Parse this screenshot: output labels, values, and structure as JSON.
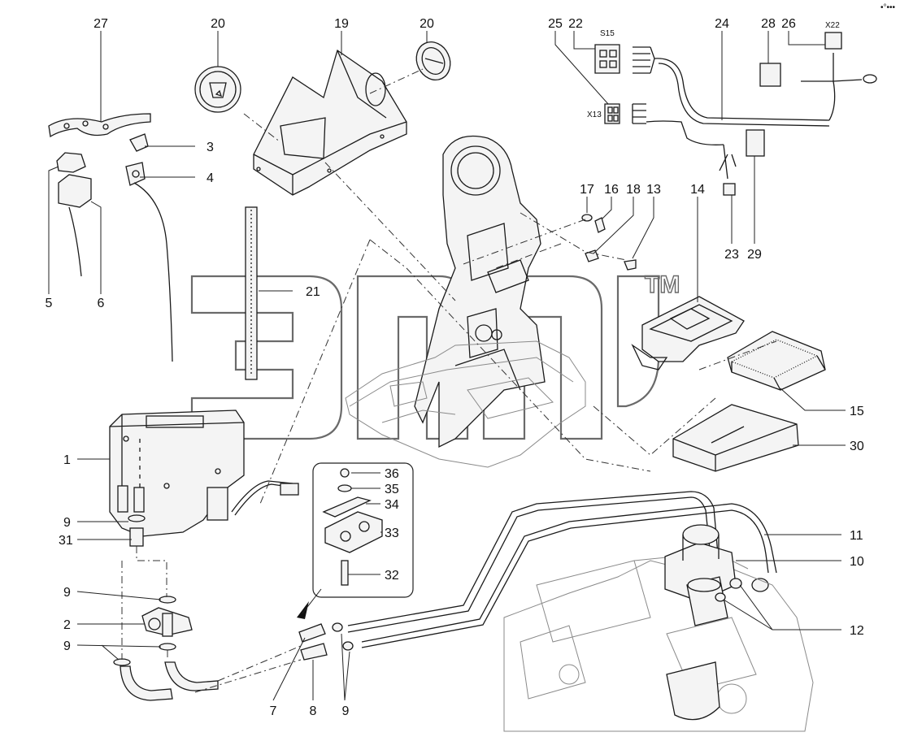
{
  "watermark": {
    "mark": "TM"
  },
  "corner_mark": "•°•••",
  "connectors": {
    "s15": "S15",
    "x13": "X13",
    "x22": "X22"
  },
  "callouts": {
    "c1": "1",
    "c2": "2",
    "c3": "3",
    "c4": "4",
    "c5": "5",
    "c6": "6",
    "c7": "7",
    "c8": "8",
    "c9a": "9",
    "c9b": "9",
    "c9c": "9",
    "c9d": "9",
    "c10": "10",
    "c11": "11",
    "c12": "12",
    "c13": "13",
    "c14": "14",
    "c15": "15",
    "c16": "16",
    "c17": "17",
    "c18": "18",
    "c19": "19",
    "c20a": "20",
    "c20b": "20",
    "c21": "21",
    "c22": "22",
    "c23": "23",
    "c24": "24",
    "c25": "25",
    "c26": "26",
    "c27": "27",
    "c28": "28",
    "c29": "29",
    "c30": "30",
    "c31": "31",
    "c32": "32",
    "c33": "33",
    "c34": "34",
    "c35": "35",
    "c36": "36"
  }
}
